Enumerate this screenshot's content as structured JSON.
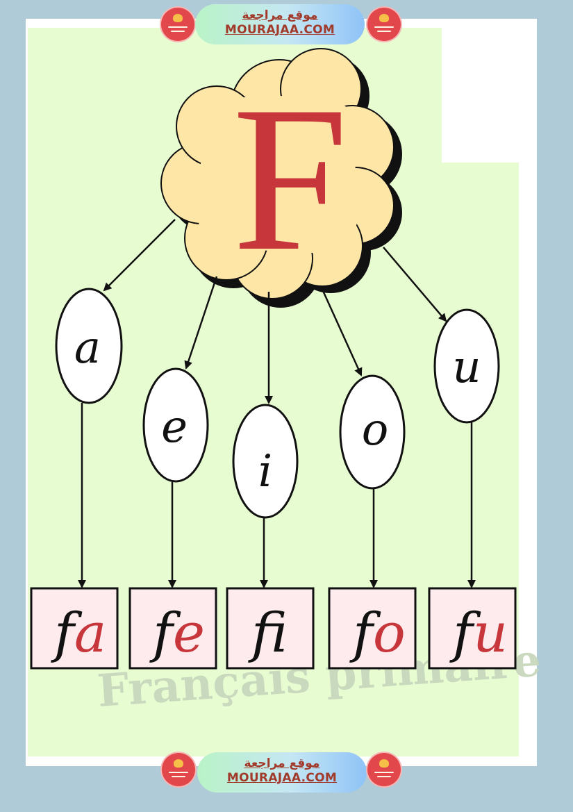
{
  "header": {
    "arabic": "موقع مراجعة",
    "site": "MOURAJAA.COM"
  },
  "footer": {
    "arabic": "موقع مراجعة",
    "site": "MOURAJAA.COM"
  },
  "diagram": {
    "consonant": "F",
    "vowels": [
      "a",
      "e",
      "i",
      "o",
      "u"
    ],
    "syllables": [
      {
        "consonant": "f",
        "vowel": "a"
      },
      {
        "consonant": "f",
        "vowel": "e"
      },
      {
        "consonant": "f",
        "vowel": "i"
      },
      {
        "consonant": "f",
        "vowel": "o"
      },
      {
        "consonant": "f",
        "vowel": "u"
      }
    ]
  },
  "watermark": "Français primaire",
  "colors": {
    "background": "#afcbd8",
    "panel": "#e8fcd2",
    "cloud": "#fde6a6",
    "letter_red": "#c7363a",
    "box_fill": "#fdebee",
    "badge_text": "#a23a2c"
  },
  "icons": {
    "logo": "mourajaa-logo-icon"
  }
}
